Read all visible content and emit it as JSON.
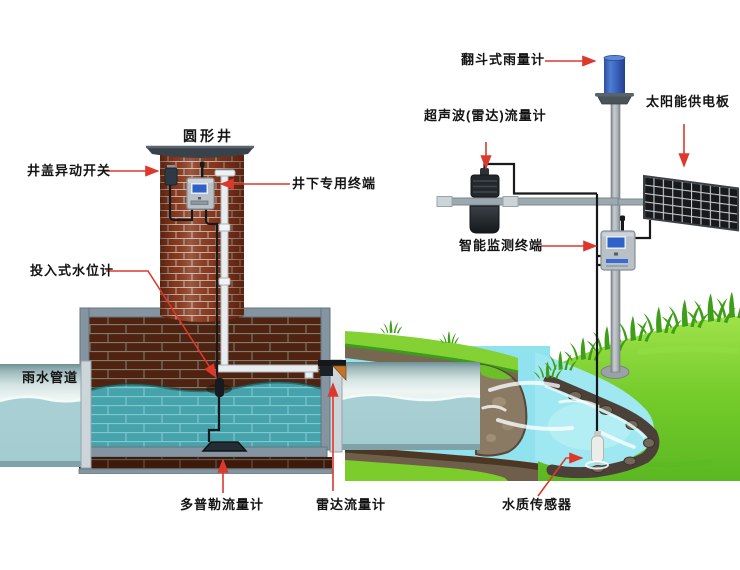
{
  "labels": {
    "well_title": "圆形井",
    "cover_switch": "井盖异动开关",
    "underground_terminal": "井下专用终端",
    "level_gauge": "投入式水位计",
    "rain_pipe": "雨水管道",
    "doppler_flowmeter": "多普勒流量计",
    "radar_flowmeter": "雷达流量计",
    "rain_gauge": "翻斗式雨量计",
    "solar_panel": "太阳能供电板",
    "ultrasonic_flowmeter": "超声波(雷达)流量计",
    "smart_terminal": "智能监测终端",
    "water_quality_sensor": "水质传感器"
  },
  "colors": {
    "annotation_arrow": "#de382c",
    "label_text": "#141414",
    "well_brick": "#8d3a1e",
    "chamber_brick": "#4f2310",
    "chamber_water": "#47a3ab",
    "stream_water": "#8fe2ee",
    "grass_green": "#7ccc2c",
    "rain_gauge_blue": "#3a63bc",
    "device_gray": "#b9c0c6",
    "screen_blue": "#2f62c8",
    "solar_cell_black": "#17191b"
  }
}
